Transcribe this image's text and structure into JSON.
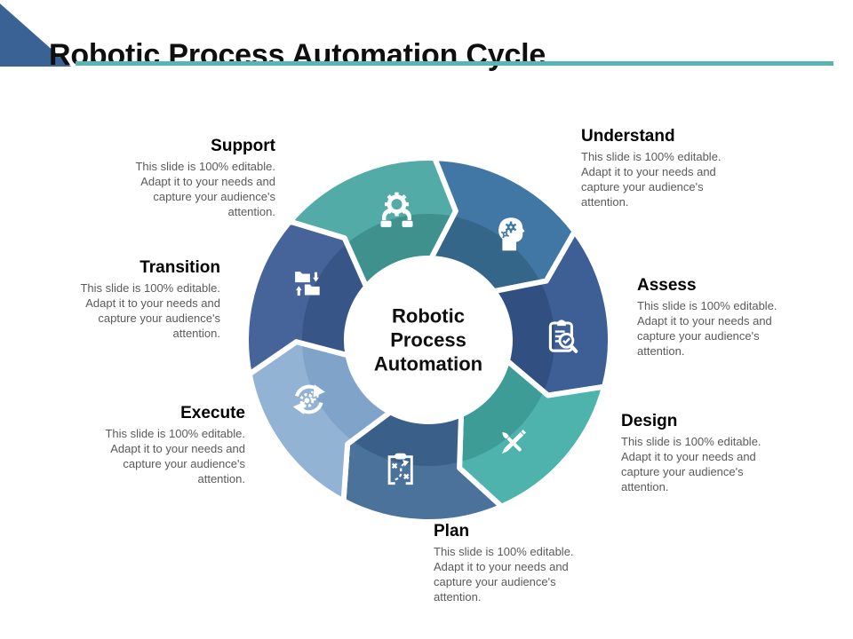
{
  "slide": {
    "title": "Robotic Process Automation Cycle",
    "accent_color": "#57B6B2",
    "corner_color": "#3A6295",
    "background_color": "#FFFFFF",
    "title_color": "#0F0F0F",
    "body_text_color": "#5A5A5A"
  },
  "diagram": {
    "center_label": "Robotic\nProcess\nAutomation",
    "segments": [
      {
        "id": "support",
        "title": "Support",
        "icon": "hands-gear-icon",
        "color": "#52ABA7",
        "color_dark": "#3F918D",
        "desc": "This slide is 100% editable.\nAdapt it to your needs and\ncapture your audience's\nattention."
      },
      {
        "id": "understand",
        "title": "Understand",
        "icon": "head-gears-icon",
        "color": "#4077A4",
        "color_dark": "#336689",
        "desc": "This slide is 100% editable.\nAdapt it to your needs and\ncapture your audience's\nattention."
      },
      {
        "id": "assess",
        "title": "Assess",
        "icon": "clipboard-magnifier-icon",
        "color": "#3D5F95",
        "color_dark": "#314F80",
        "desc": "This slide is 100% editable.\nAdapt it to your needs and\ncapture your audience's\nattention."
      },
      {
        "id": "design",
        "title": "Design",
        "icon": "pencil-brush-icon",
        "color": "#4FB3AD",
        "color_dark": "#3E9C96",
        "desc": "This slide is 100% editable.\nAdapt it to your needs and\ncapture your audience's\nattention."
      },
      {
        "id": "plan",
        "title": "Plan",
        "icon": "strategy-clipboard-icon",
        "color": "#4A729B",
        "color_dark": "#3A6089",
        "desc": "This slide is 100% editable.\nAdapt it to your needs and\ncapture your audience's\nattention."
      },
      {
        "id": "execute",
        "title": "Execute",
        "icon": "sync-gears-icon",
        "color": "#93B3D4",
        "color_dark": "#7FA3C9",
        "desc": "This slide is 100% editable.\nAdapt it to your needs and\ncapture your audience's\nattention."
      },
      {
        "id": "transition",
        "title": "Transition",
        "icon": "folder-transfer-icon",
        "color": "#46649A",
        "color_dark": "#385587",
        "desc": "This slide is 100% editable.\nAdapt it to your needs and\ncapture your audience's\nattention."
      }
    ]
  }
}
